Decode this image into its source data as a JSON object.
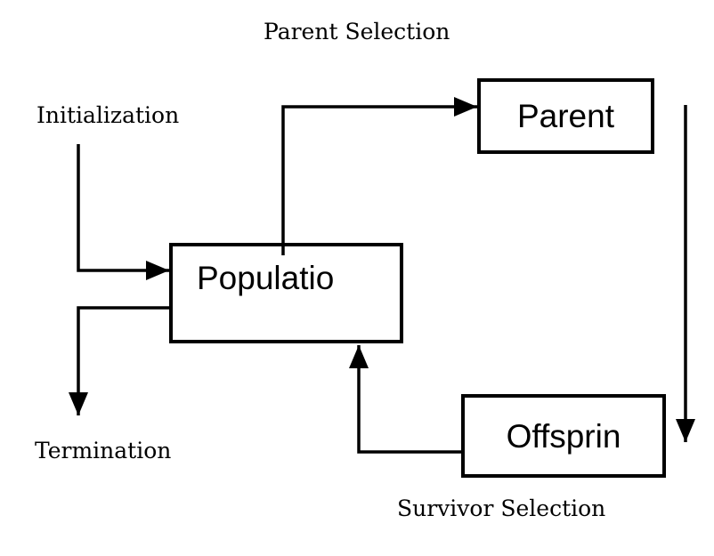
{
  "diagram": {
    "nodes": {
      "parent": {
        "label": "Parent"
      },
      "population": {
        "label": "Populatio"
      },
      "offspring": {
        "label": "Offsprin"
      }
    },
    "labels": {
      "parent_selection": "Parent Selection",
      "initialization": "Initialization",
      "termination": "Termination",
      "survivor_selection": "Survivor Selection"
    },
    "colors": {
      "line": "#000000",
      "text": "#000000",
      "background": "#ffffff"
    }
  }
}
